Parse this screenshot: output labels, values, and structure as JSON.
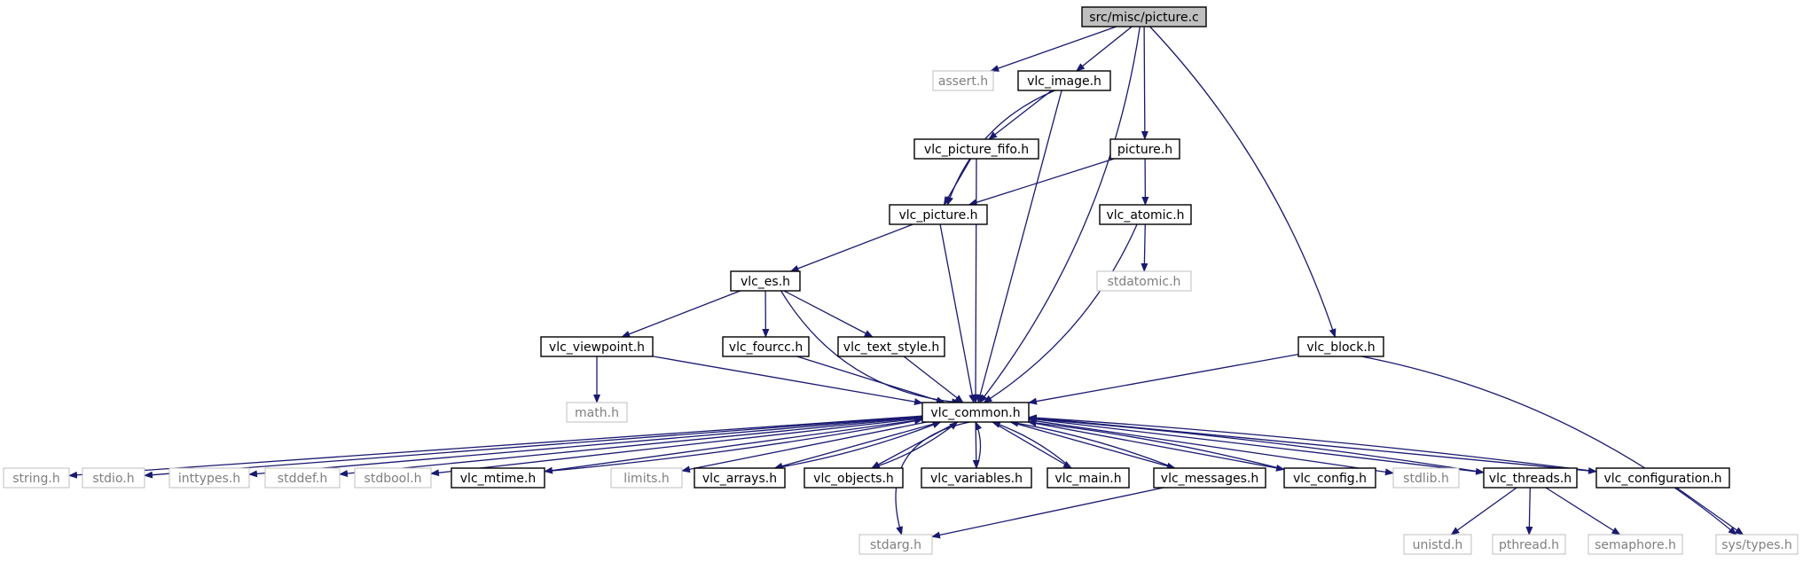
{
  "graph": {
    "edge_color": "#191970",
    "root_fill": "#bfbfbf",
    "external_border": "#bfbfbf",
    "nodes": [
      {
        "id": "picture_c",
        "label": "src/misc/picture.c",
        "kind": "root"
      },
      {
        "id": "assert_h",
        "label": "assert.h",
        "kind": "external"
      },
      {
        "id": "vlc_image_h",
        "label": "vlc_image.h",
        "kind": "local"
      },
      {
        "id": "picture_h",
        "label": "picture.h",
        "kind": "local"
      },
      {
        "id": "vlc_picture_fifo_h",
        "label": "vlc_picture_fifo.h",
        "kind": "local"
      },
      {
        "id": "vlc_picture_h",
        "label": "vlc_picture.h",
        "kind": "local"
      },
      {
        "id": "vlc_atomic_h",
        "label": "vlc_atomic.h",
        "kind": "local"
      },
      {
        "id": "stdatomic_h",
        "label": "stdatomic.h",
        "kind": "external"
      },
      {
        "id": "vlc_es_h",
        "label": "vlc_es.h",
        "kind": "local"
      },
      {
        "id": "vlc_viewpoint_h",
        "label": "vlc_viewpoint.h",
        "kind": "local"
      },
      {
        "id": "vlc_fourcc_h",
        "label": "vlc_fourcc.h",
        "kind": "local"
      },
      {
        "id": "vlc_text_style_h",
        "label": "vlc_text_style.h",
        "kind": "local"
      },
      {
        "id": "vlc_block_h",
        "label": "vlc_block.h",
        "kind": "local"
      },
      {
        "id": "math_h",
        "label": "math.h",
        "kind": "external"
      },
      {
        "id": "vlc_common_h",
        "label": "vlc_common.h",
        "kind": "local"
      },
      {
        "id": "string_h",
        "label": "string.h",
        "kind": "external"
      },
      {
        "id": "stdio_h",
        "label": "stdio.h",
        "kind": "external"
      },
      {
        "id": "inttypes_h",
        "label": "inttypes.h",
        "kind": "external"
      },
      {
        "id": "stddef_h",
        "label": "stddef.h",
        "kind": "external"
      },
      {
        "id": "stdbool_h",
        "label": "stdbool.h",
        "kind": "external"
      },
      {
        "id": "vlc_mtime_h",
        "label": "vlc_mtime.h",
        "kind": "local"
      },
      {
        "id": "limits_h",
        "label": "limits.h",
        "kind": "external"
      },
      {
        "id": "vlc_arrays_h",
        "label": "vlc_arrays.h",
        "kind": "local"
      },
      {
        "id": "vlc_objects_h",
        "label": "vlc_objects.h",
        "kind": "local"
      },
      {
        "id": "vlc_variables_h",
        "label": "vlc_variables.h",
        "kind": "local"
      },
      {
        "id": "vlc_main_h",
        "label": "vlc_main.h",
        "kind": "local"
      },
      {
        "id": "vlc_messages_h",
        "label": "vlc_messages.h",
        "kind": "local"
      },
      {
        "id": "vlc_config_h",
        "label": "vlc_config.h",
        "kind": "local"
      },
      {
        "id": "stdlib_h",
        "label": "stdlib.h",
        "kind": "external"
      },
      {
        "id": "vlc_threads_h",
        "label": "vlc_threads.h",
        "kind": "local"
      },
      {
        "id": "vlc_configuration_h",
        "label": "vlc_configuration.h",
        "kind": "local"
      },
      {
        "id": "stdarg_h",
        "label": "stdarg.h",
        "kind": "external"
      },
      {
        "id": "unistd_h",
        "label": "unistd.h",
        "kind": "external"
      },
      {
        "id": "pthread_h",
        "label": "pthread.h",
        "kind": "external"
      },
      {
        "id": "semaphore_h",
        "label": "semaphore.h",
        "kind": "external"
      },
      {
        "id": "sys_types_h",
        "label": "sys/types.h",
        "kind": "external"
      }
    ],
    "edges": [
      [
        "picture_c",
        "assert_h"
      ],
      [
        "picture_c",
        "vlc_image_h"
      ],
      [
        "picture_c",
        "picture_h"
      ],
      [
        "picture_c",
        "vlc_common_h"
      ],
      [
        "picture_c",
        "vlc_block_h"
      ],
      [
        "vlc_image_h",
        "vlc_picture_fifo_h"
      ],
      [
        "vlc_image_h",
        "vlc_picture_h"
      ],
      [
        "vlc_image_h",
        "vlc_common_h"
      ],
      [
        "vlc_picture_fifo_h",
        "vlc_picture_h"
      ],
      [
        "vlc_picture_fifo_h",
        "vlc_common_h"
      ],
      [
        "picture_h",
        "vlc_picture_h"
      ],
      [
        "picture_h",
        "vlc_atomic_h"
      ],
      [
        "vlc_atomic_h",
        "stdatomic_h"
      ],
      [
        "vlc_atomic_h",
        "vlc_common_h"
      ],
      [
        "vlc_picture_h",
        "vlc_es_h"
      ],
      [
        "vlc_picture_h",
        "vlc_common_h"
      ],
      [
        "vlc_es_h",
        "vlc_viewpoint_h"
      ],
      [
        "vlc_es_h",
        "vlc_fourcc_h"
      ],
      [
        "vlc_es_h",
        "vlc_text_style_h"
      ],
      [
        "vlc_es_h",
        "vlc_common_h"
      ],
      [
        "vlc_viewpoint_h",
        "math_h"
      ],
      [
        "vlc_viewpoint_h",
        "vlc_common_h"
      ],
      [
        "vlc_fourcc_h",
        "vlc_common_h"
      ],
      [
        "vlc_text_style_h",
        "vlc_common_h"
      ],
      [
        "vlc_block_h",
        "vlc_common_h"
      ],
      [
        "vlc_block_h",
        "sys_types_h"
      ],
      [
        "vlc_common_h",
        "string_h"
      ],
      [
        "vlc_common_h",
        "stdio_h"
      ],
      [
        "vlc_common_h",
        "inttypes_h"
      ],
      [
        "vlc_common_h",
        "stddef_h"
      ],
      [
        "vlc_common_h",
        "stdbool_h"
      ],
      [
        "vlc_common_h",
        "vlc_mtime_h"
      ],
      [
        "vlc_common_h",
        "limits_h"
      ],
      [
        "vlc_common_h",
        "vlc_arrays_h"
      ],
      [
        "vlc_common_h",
        "vlc_objects_h"
      ],
      [
        "vlc_common_h",
        "vlc_variables_h"
      ],
      [
        "vlc_common_h",
        "vlc_main_h"
      ],
      [
        "vlc_common_h",
        "vlc_messages_h"
      ],
      [
        "vlc_common_h",
        "vlc_config_h"
      ],
      [
        "vlc_common_h",
        "stdlib_h"
      ],
      [
        "vlc_common_h",
        "vlc_threads_h"
      ],
      [
        "vlc_common_h",
        "vlc_configuration_h"
      ],
      [
        "vlc_common_h",
        "stdarg_h"
      ],
      [
        "vlc_mtime_h",
        "vlc_common_h"
      ],
      [
        "vlc_arrays_h",
        "vlc_common_h"
      ],
      [
        "vlc_objects_h",
        "vlc_common_h"
      ],
      [
        "vlc_variables_h",
        "vlc_common_h"
      ],
      [
        "vlc_main_h",
        "vlc_common_h"
      ],
      [
        "vlc_messages_h",
        "vlc_common_h"
      ],
      [
        "vlc_config_h",
        "vlc_common_h"
      ],
      [
        "vlc_threads_h",
        "vlc_common_h"
      ],
      [
        "vlc_configuration_h",
        "vlc_common_h"
      ],
      [
        "vlc_messages_h",
        "stdarg_h"
      ],
      [
        "vlc_threads_h",
        "unistd_h"
      ],
      [
        "vlc_threads_h",
        "pthread_h"
      ],
      [
        "vlc_threads_h",
        "semaphore_h"
      ],
      [
        "vlc_configuration_h",
        "sys_types_h"
      ]
    ]
  }
}
